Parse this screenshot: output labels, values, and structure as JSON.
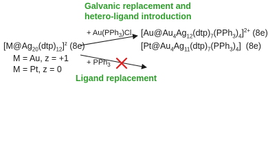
{
  "title_upper": {
    "line1": "Galvanic replacement and",
    "line2": "hetero-ligand introduction"
  },
  "title_lower": "Ligand replacement",
  "starting_complex": {
    "prefix": "[M@Ag",
    "n1": "20",
    "mid": "(dtp)",
    "n2": "12",
    "close": "]",
    "charge": "z",
    "suffix": " (8e)"
  },
  "conditions": [
    "M = Au, z = +1",
    "M = Pt, z = 0"
  ],
  "reagent_upper": {
    "prefix": "+ Au(PPh",
    "sub": "3",
    "suffix": ")Cl"
  },
  "reagent_lower": {
    "prefix": "+ PPh",
    "sub": "3"
  },
  "product_au": {
    "prefix": "[Au@Au",
    "a": "4",
    "b": "Ag",
    "c": "12",
    "d": "(dtp)",
    "e": "7",
    "f": "(PPh",
    "g": "3",
    "h": ")",
    "i": "4",
    "j": "]",
    "charge": "2+",
    "suffix": " (8e)"
  },
  "product_pt": {
    "prefix": "[Pt@Au",
    "a": "4",
    "b": "Ag",
    "c": "11",
    "d": "(dtp)",
    "e": "7",
    "f": "(PPh",
    "g": "3",
    "h": ")",
    "i": "4",
    "j": "]",
    "suffix": "  (8e)"
  },
  "colors": {
    "accent_green": "#2e9e2b",
    "cross_red": "#e02020",
    "text": "#1a1a1a"
  },
  "icons": {
    "blocked": "red-x-icon"
  }
}
